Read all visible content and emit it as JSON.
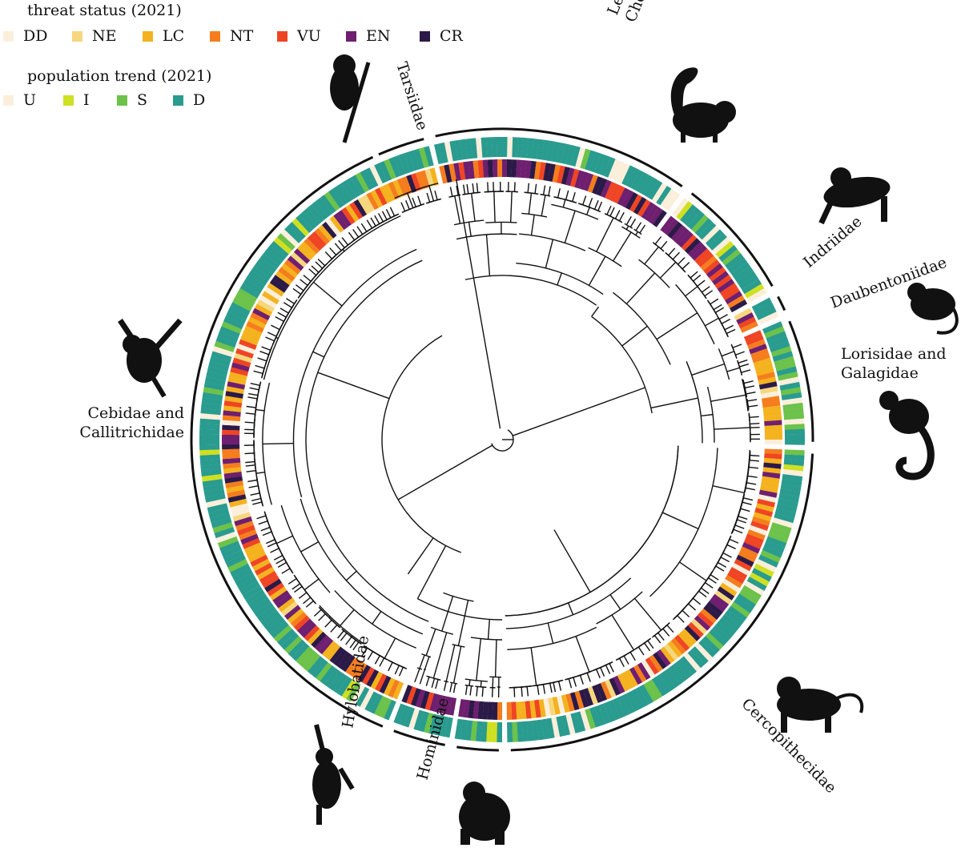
{
  "legend": {
    "threat_title": "threat status (2021)",
    "threat_items": [
      {
        "label": "DD",
        "color": "#fbefdc"
      },
      {
        "label": "NE",
        "color": "#f6d77e"
      },
      {
        "label": "LC",
        "color": "#f5b21f"
      },
      {
        "label": "NT",
        "color": "#f57d1e"
      },
      {
        "label": "VU",
        "color": "#ef4524"
      },
      {
        "label": "EN",
        "color": "#6e1f6f"
      },
      {
        "label": "CR",
        "color": "#2b1a47"
      }
    ],
    "trend_title": "population trend (2021)",
    "trend_items": [
      {
        "label": "U",
        "color": "#fbefdc"
      },
      {
        "label": "I",
        "color": "#cfe022"
      },
      {
        "label": "S",
        "color": "#6cc24a"
      },
      {
        "label": "D",
        "color": "#2a9b8f"
      }
    ]
  },
  "clades": [
    {
      "name": "tarsiidae",
      "lines": [
        "Tarsiidae"
      ],
      "icon": "tarsier-silhouette-icon"
    },
    {
      "name": "lemuridae",
      "lines": [
        "Lemuridae and",
        "Cheirogaleidae"
      ],
      "icon": "lemur-silhouette-icon"
    },
    {
      "name": "indriidae",
      "lines": [
        "Indriidae"
      ],
      "icon": "sifaka-silhouette-icon"
    },
    {
      "name": "daubentoniidae",
      "lines": [
        "Daubentoniidae"
      ],
      "icon": "aye-aye-silhouette-icon"
    },
    {
      "name": "lorisidae",
      "lines": [
        "Lorisidae and",
        "Galagidae"
      ],
      "icon": "galago-silhouette-icon"
    },
    {
      "name": "cercopithecidae",
      "lines": [
        "Cercopithecidae"
      ],
      "icon": "baboon-silhouette-icon"
    },
    {
      "name": "hominidae",
      "lines": [
        "Hominidae"
      ],
      "icon": "gorilla-silhouette-icon"
    },
    {
      "name": "hylobatidae",
      "lines": [
        "Hylobatidae"
      ],
      "icon": "gibbon-silhouette-icon"
    },
    {
      "name": "cebidae",
      "lines": [
        "Cebidae and",
        "Callitrichidae"
      ],
      "icon": "spider-monkey-silhouette-icon"
    }
  ]
}
